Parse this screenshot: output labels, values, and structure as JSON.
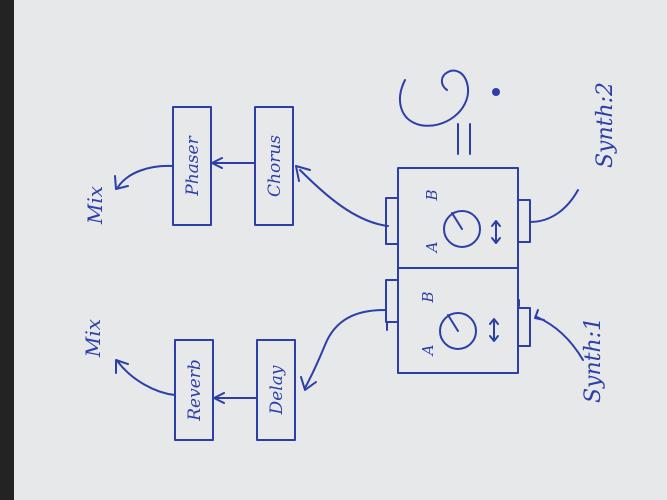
{
  "colors": {
    "paper": "#e6e8ea",
    "ink": "#2c3fa8",
    "edge": "#232323"
  },
  "effects": {
    "phaser": "Phaser",
    "chorus": "Chorus",
    "reverb": "Reverb",
    "delay": "Delay"
  },
  "outputs": {
    "mix_top": "Mix",
    "mix_bottom": "Mix"
  },
  "sources": {
    "synth_1": "Synth:1",
    "synth_2": "Synth:2"
  },
  "mixer": {
    "channel_a": {
      "label_a": "A",
      "label_b": "B"
    },
    "channel_b": {
      "label_a": "A",
      "label_b": "B"
    }
  },
  "question": "= ?"
}
